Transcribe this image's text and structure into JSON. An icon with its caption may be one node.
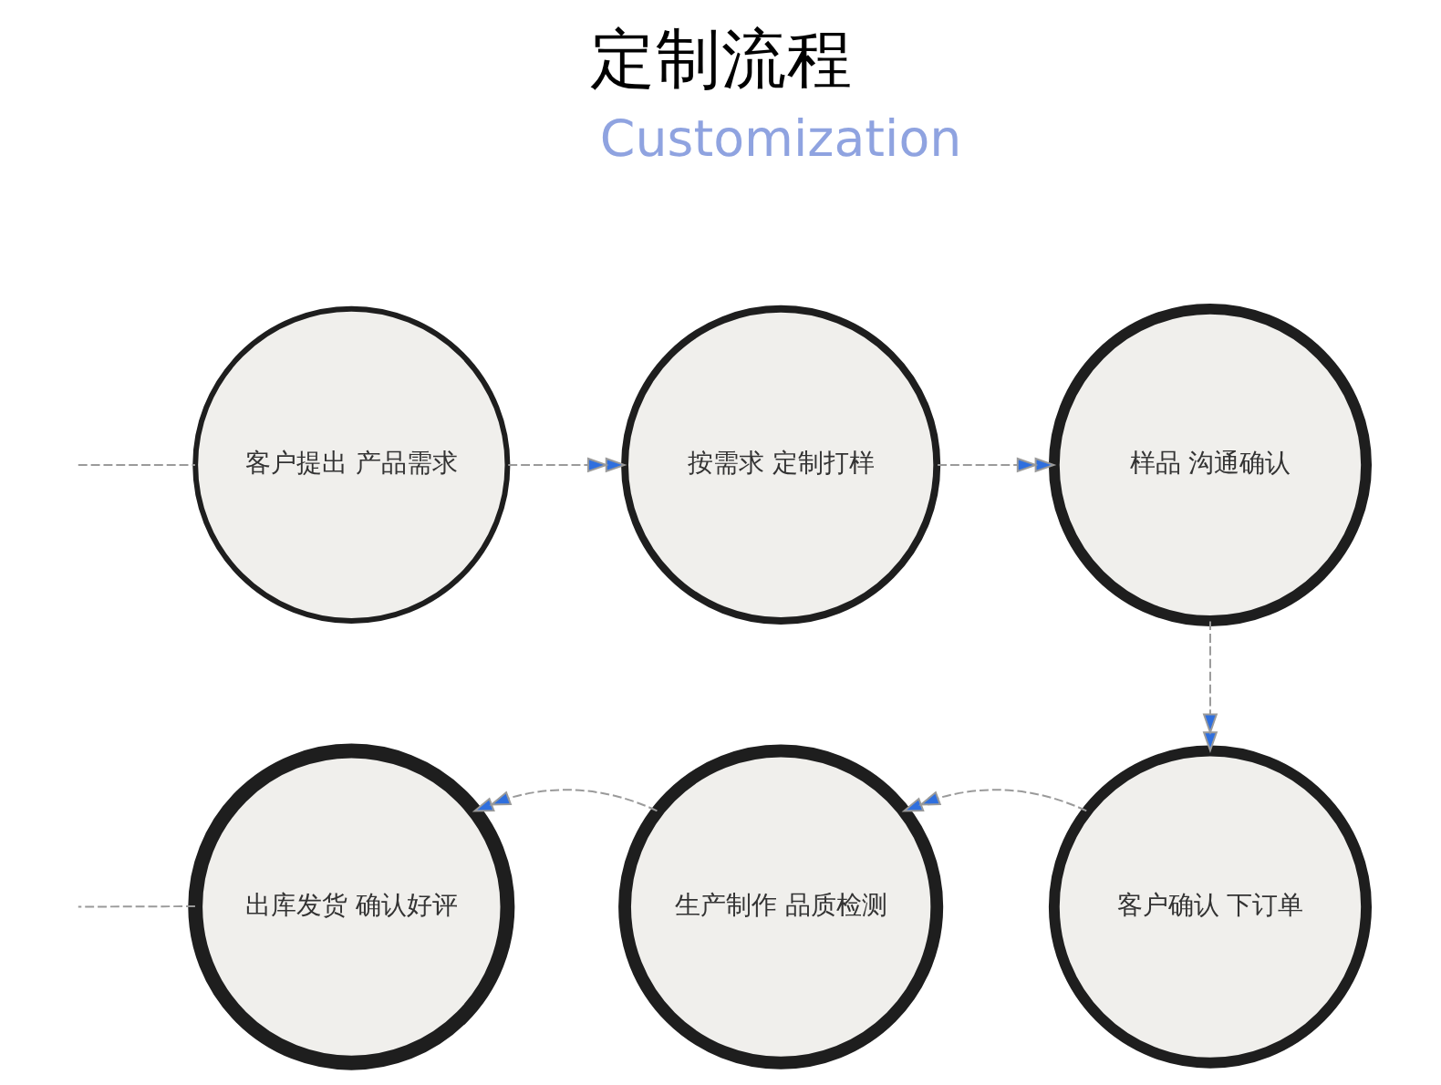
{
  "diagram": {
    "title": "定制流程",
    "nodes": [
      {
        "text": [
          "客户提出 产品需求"
        ]
      },
      {
        "text": [
          "按需求 定制打样"
        ]
      },
      {
        "text": [
          "样品 沟通确认"
        ]
      },
      {
        "text": [
          "出库发货 确认好评"
        ]
      },
      {
        "text": [
          "生产制作 品质检测"
        ]
      },
      {
        "text": [
          "客户确认 下订单"
        ]
      }
    ],
    "edges": [
      {
        "from": null,
        "to": 0,
        "arrow": "none",
        "style": "dashed"
      },
      {
        "from": 0,
        "to": 1,
        "arrow": "to",
        "style": "dashed"
      },
      {
        "from": 1,
        "to": 2,
        "arrow": "to",
        "style": "dashed"
      },
      {
        "from": 2,
        "to": 5,
        "arrow": "to",
        "style": "dashed"
      },
      {
        "from": 5,
        "to": 4,
        "arrow": "to",
        "style": "dashed"
      },
      {
        "from": 4,
        "to": 3,
        "arrow": "to",
        "style": "dashed"
      },
      {
        "from": 3,
        "to": null,
        "arrow": "none",
        "style": "dashed"
      }
    ],
    "labels": [
      "Customization"
    ]
  }
}
